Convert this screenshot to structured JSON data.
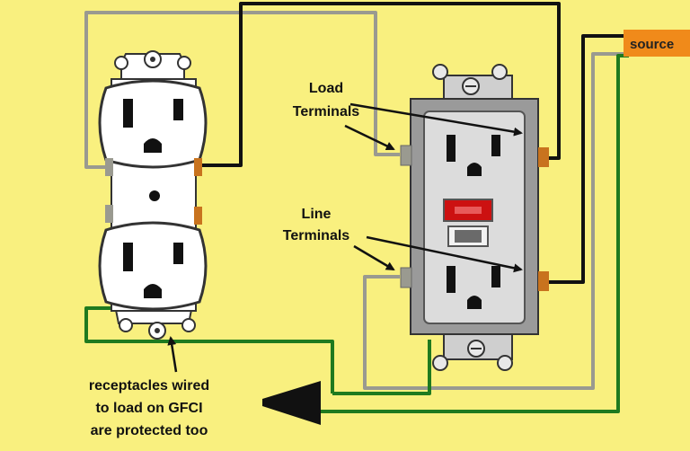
{
  "labels": {
    "source": "source",
    "load_line1": "Load",
    "load_line2": "Terminals",
    "line_line1": "Line",
    "line_line2": "Terminals",
    "caption_line1": "receptacles wired",
    "caption_line2": "to load on GFCI",
    "caption_line3": "are protected too"
  },
  "colors": {
    "background": "#f9f07f",
    "hot_wire": "#111111",
    "neutral_wire": "#9a9a90",
    "ground_wire": "#1f7a1f",
    "source_tag": "#f08a1a",
    "gfci_body": "#dcdcdc",
    "test_button": "#cc1111",
    "brass_terminal": "#c8731e"
  }
}
